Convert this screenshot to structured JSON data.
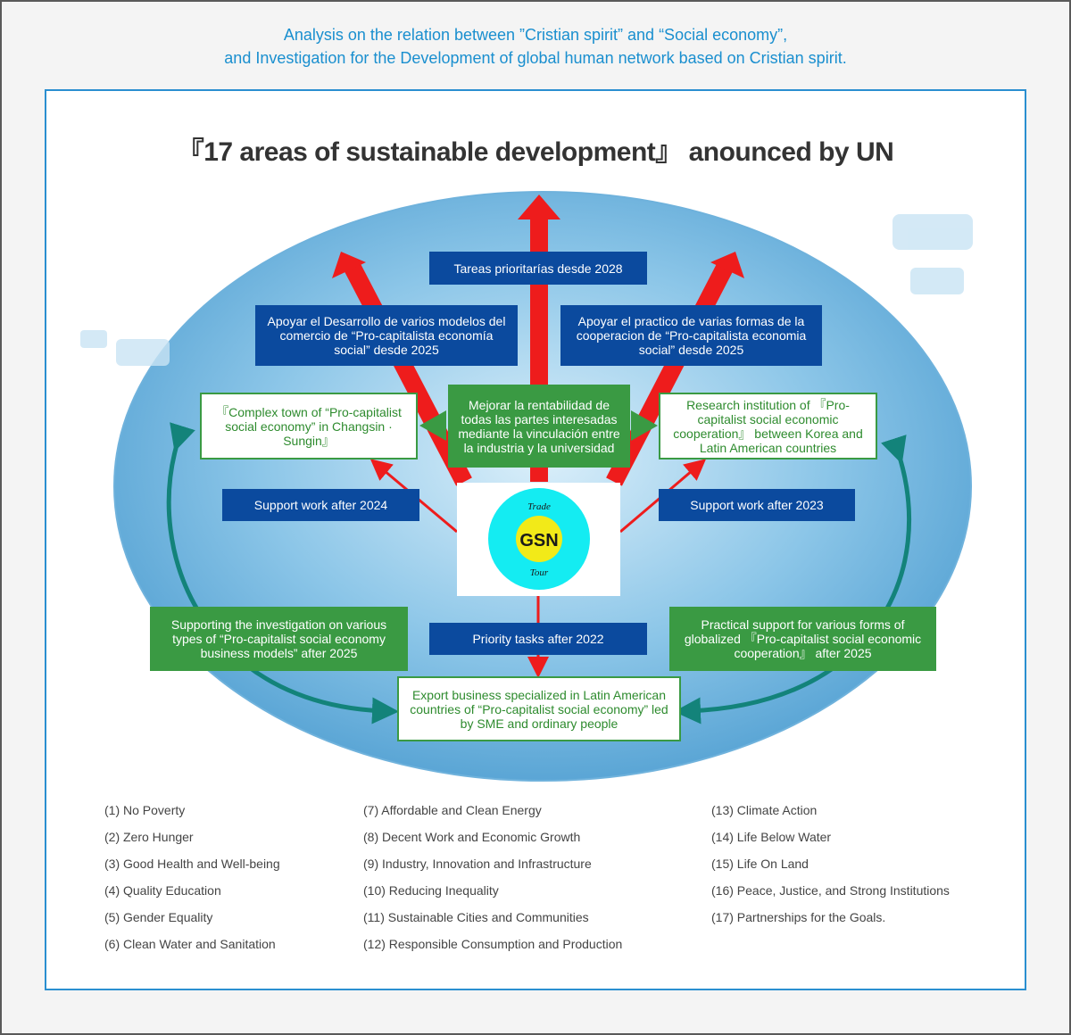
{
  "header": {
    "line1": "Analysis on the relation between ”Cristian spirit” and “Social economy”,",
    "line2": "and Investigation for the Development of global human network based on Cristian spirit."
  },
  "title": "『17 areas of sustainable development』 anounced by UN",
  "diagram": {
    "top_label": "Tareas prioritarías desde 2028",
    "left_blue": "Apoyar el Desarrollo de varios modelos del comercio de “Pro-capitalista economía social” desde 2025",
    "right_blue": "Apoyar el practico de varias formas de la cooperacion de “Pro-capitalista economia social” desde 2025",
    "center_green": "Mejorar la rentabilidad de todas las partes interesadas mediante la vinculación entre la industria y la universidad",
    "left_white": "『Complex town of “Pro-capitalist social economy” in Changsin · Sungin』",
    "right_white": "Research institution of 『Pro-capitalist social economic cooperation』 between Korea and Latin American countries",
    "support_left": "Support work after 2024",
    "support_right": "Support work after 2023",
    "gsn": {
      "center": "GSN",
      "top": "Trade",
      "bottom": "Tour"
    },
    "priority_2022": "Priority tasks after 2022",
    "bottom_left_green": "Supporting the investigation on various types of “Pro-capitalist social economy business models” after 2025",
    "bottom_right_green": "Practical support for various forms of globalized 『Pro-capitalist social economic cooperation』 after 2025",
    "bottom_white": "Export business specialized in Latin American countries of “Pro-capitalist social economy” led by SME and ordinary people"
  },
  "goals_col1": [
    "(1) No Poverty",
    "(2) Zero Hunger",
    "(3) Good Health and Well-being",
    "(4) Quality Education",
    "(5) Gender Equality",
    "(6) Clean Water and Sanitation"
  ],
  "goals_col2": [
    "(7) Affordable and Clean Energy",
    "(8) Decent Work and Economic Growth",
    "(9) Industry, Innovation and Infrastructure",
    "(10) Reducing Inequality",
    "(11) Sustainable Cities and Communities",
    "(12) Responsible Consumption and Production"
  ],
  "goals_col3": [
    "(13) Climate Action",
    "(14) Life Below Water",
    "(15) Life On Land",
    "(16) Peace, Justice, and Strong Institutions",
    "(17) Partnerships for the Goals."
  ],
  "colors": {
    "accent_blue": "#1a8fcf",
    "navy_box": "#0b4a9e",
    "green_box": "#3a9a43",
    "arrow_red": "#ee1c1c",
    "arrow_teal": "#13837a"
  }
}
